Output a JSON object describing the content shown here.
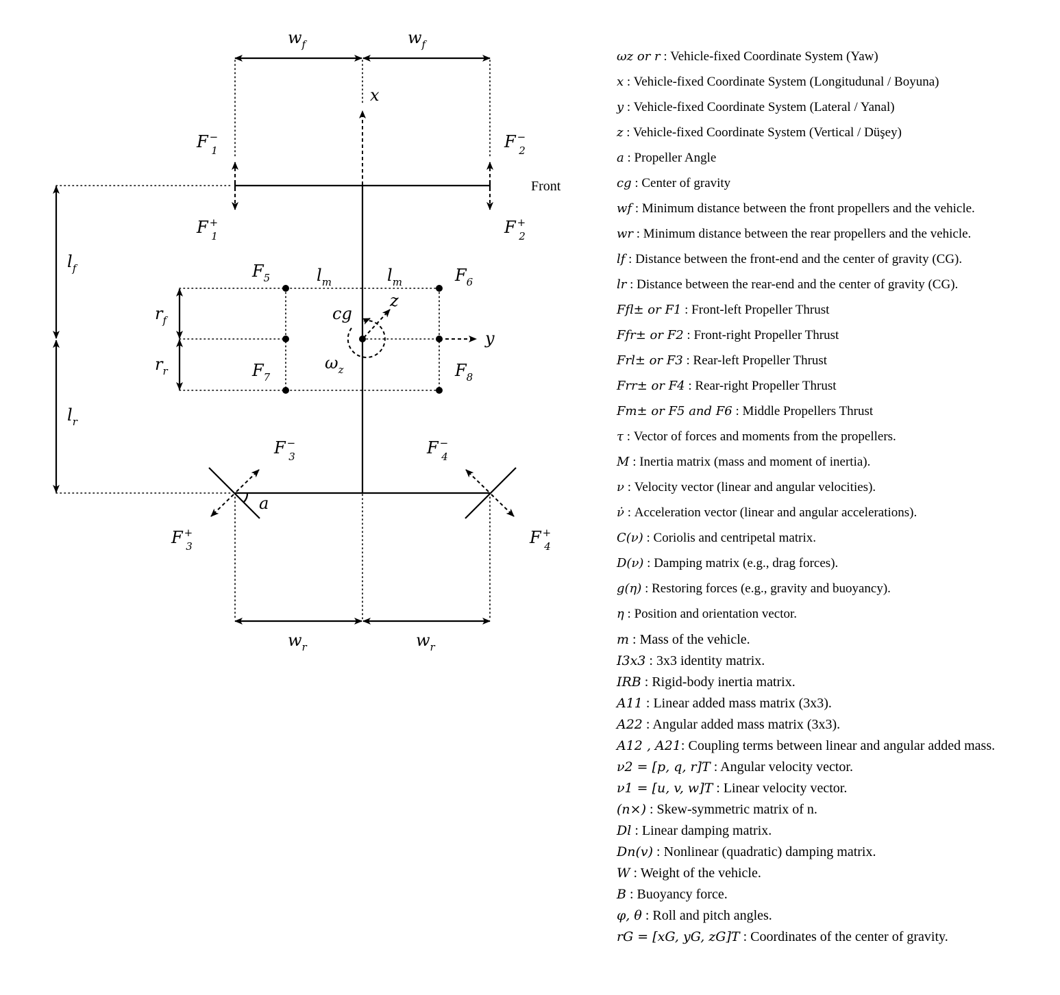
{
  "diagram": {
    "labels": {
      "wf_left": "w",
      "wf_right": "w",
      "wf_sub": "f",
      "wr_left": "w",
      "wr_right": "w",
      "wr_sub": "r",
      "x_axis": "x",
      "y_axis": "y",
      "z_axis": "z",
      "cg": "cg",
      "omega": "ω",
      "omega_sub": "z",
      "front": "Front",
      "lf": "l",
      "lf_sub": "f",
      "lr": "l",
      "lr_sub": "r",
      "rf": "r",
      "rf_sub": "f",
      "rr": "r",
      "rr_sub": "r",
      "lm_left": "l",
      "lm_right": "l",
      "lm_sub": "m",
      "angle_a": "a",
      "F": "F",
      "minus": "−",
      "plus": "+",
      "n1": "1",
      "n2": "2",
      "n3": "3",
      "n4": "4",
      "n5": "5",
      "n6": "6",
      "n7": "7",
      "n8": "8"
    }
  },
  "legend": [
    {
      "sym": "ωz or r",
      "desc": " : Vehicle-fixed Coordinate System (Yaw)"
    },
    {
      "sym": "x",
      "desc": " : Vehicle-fixed Coordinate System (Longitudunal / Boyuna)"
    },
    {
      "sym": "y",
      "desc": " : Vehicle-fixed Coordinate System (Lateral / Yanal)"
    },
    {
      "sym": "z",
      "desc": " : Vehicle-fixed Coordinate System (Vertical / Düşey)"
    },
    {
      "sym": "a",
      "desc": " : Propeller Angle"
    },
    {
      "sym": "cg",
      "desc": " : Center of gravity"
    },
    {
      "sym": "wf",
      "desc": " : Minimum distance between the front propellers and the vehicle."
    },
    {
      "sym": "wr",
      "desc": " : Minimum distance between the rear propellers and the vehicle."
    },
    {
      "sym": "lf",
      "desc": " : Distance between the front-end and the center of gravity (CG)."
    },
    {
      "sym": "lr",
      "desc": " : Distance between the rear-end and the center of gravity (CG)."
    },
    {
      "sym": "Ffl± or F1",
      "desc": " : Front-left Propeller Thrust"
    },
    {
      "sym": "Ffr± or F2",
      "desc": " : Front-right Propeller Thrust"
    },
    {
      "sym": "Frl± or F3",
      "desc": " : Rear-left Propeller Thrust"
    },
    {
      "sym": "Frr± or F4",
      "desc": " : Rear-right Propeller Thrust"
    },
    {
      "sym": "Fm± or F5 and F6",
      "desc": " : Middle Propellers Thrust"
    },
    {
      "sym": "τ",
      "desc": " : Vector of forces and moments from the propellers."
    },
    {
      "sym": "M",
      "desc": " : Inertia matrix (mass and moment of inertia)."
    },
    {
      "sym": "ν",
      "desc": " : Velocity vector (linear and angular velocities)."
    },
    {
      "sym": "ν̇",
      "desc": " : Acceleration vector (linear and angular accelerations)."
    },
    {
      "sym": "C(ν)",
      "desc": " : Coriolis and centripetal matrix."
    },
    {
      "sym": "D(ν)",
      "desc": " : Damping matrix (e.g., drag forces)."
    },
    {
      "sym": "g(η)",
      "desc": " : Restoring forces (e.g., gravity and buoyancy)."
    },
    {
      "sym": "η",
      "desc": " : Position and orientation vector."
    },
    {
      "sym": "m",
      "desc": " : Mass of the vehicle."
    },
    {
      "sym": "I3x3",
      "desc": " : 3x3 identity matrix."
    },
    {
      "sym": "IRB",
      "desc": " : Rigid-body inertia matrix."
    },
    {
      "sym": "A11",
      "desc": " : Linear added mass matrix (3x3)."
    },
    {
      "sym": "A22",
      "desc": " : Angular added mass matrix (3x3)."
    },
    {
      "sym": "A12 , A21",
      "desc": ": Coupling terms between linear and angular added mass."
    },
    {
      "sym": "ν2 = [p, q, r]T",
      "desc": " : Angular velocity vector."
    },
    {
      "sym": "ν1 = [u, v, w]T",
      "desc": " : Linear velocity vector."
    },
    {
      "sym": "(n×)",
      "desc": " : Skew-symmetric matrix of n."
    },
    {
      "sym": "Dl",
      "desc": " : Linear damping matrix."
    },
    {
      "sym": "Dn(v)",
      "desc": " : Nonlinear (quadratic) damping matrix."
    },
    {
      "sym": "W",
      "desc": " : Weight of the vehicle."
    },
    {
      "sym": "B",
      "desc": " : Buoyancy force."
    },
    {
      "sym": "φ, θ",
      "desc": " : Roll and pitch angles."
    },
    {
      "sym": "rG = [xG, yG, zG]T",
      "desc": " : Coordinates of the center of gravity."
    }
  ]
}
